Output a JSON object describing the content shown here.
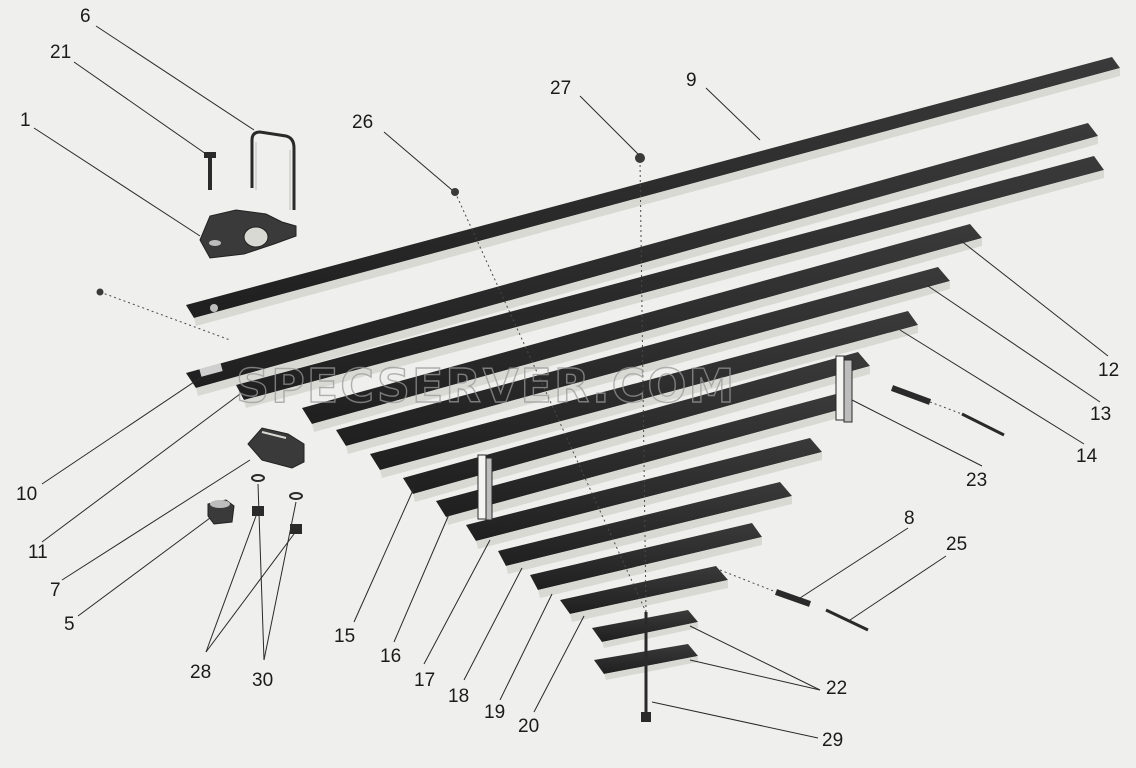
{
  "callouts": [
    {
      "id": "c6",
      "text": "6"
    },
    {
      "id": "c21",
      "text": "21"
    },
    {
      "id": "c1",
      "text": "1"
    },
    {
      "id": "c26",
      "text": "26"
    },
    {
      "id": "c27",
      "text": "27"
    },
    {
      "id": "c9",
      "text": "9"
    },
    {
      "id": "c12",
      "text": "12"
    },
    {
      "id": "c13",
      "text": "13"
    },
    {
      "id": "c14",
      "text": "14"
    },
    {
      "id": "c23",
      "text": "23"
    },
    {
      "id": "c10",
      "text": "10"
    },
    {
      "id": "c11",
      "text": "11"
    },
    {
      "id": "c7",
      "text": "7"
    },
    {
      "id": "c5",
      "text": "5"
    },
    {
      "id": "c8",
      "text": "8"
    },
    {
      "id": "c25",
      "text": "25"
    },
    {
      "id": "c15",
      "text": "15"
    },
    {
      "id": "c16",
      "text": "16"
    },
    {
      "id": "c17",
      "text": "17"
    },
    {
      "id": "c18",
      "text": "18"
    },
    {
      "id": "c19",
      "text": "19"
    },
    {
      "id": "c20",
      "text": "20"
    },
    {
      "id": "c28",
      "text": "28"
    },
    {
      "id": "c30",
      "text": "30"
    },
    {
      "id": "c22",
      "text": "22"
    },
    {
      "id": "c29",
      "text": "29"
    }
  ],
  "watermark": "SPECSERVER.COM",
  "colors": {
    "background": "#efefed",
    "leaf_top": "#2b2b2b",
    "leaf_edge": "#d9d9d4",
    "line": "#2a2a2a"
  }
}
